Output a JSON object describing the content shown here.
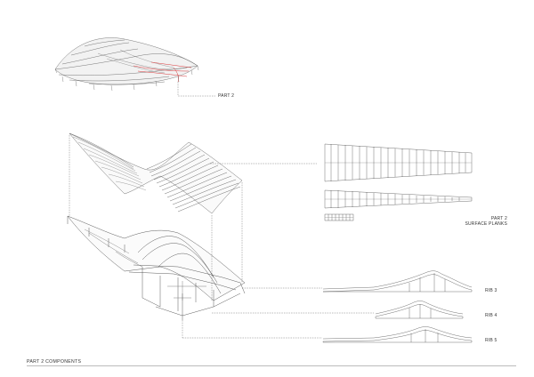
{
  "labels": {
    "part_top": "PART 2",
    "planks_line1": "PART 2",
    "planks_line2": "SURFACE PLANKS",
    "rib3": "RIB 3",
    "rib4": "RIB 4",
    "rib5": "RIB 5"
  },
  "footer": {
    "title": "PART 2 COMPONENTS"
  },
  "colors": {
    "line": "#333333",
    "highlight": "#d9383a",
    "leader": "#555555"
  }
}
